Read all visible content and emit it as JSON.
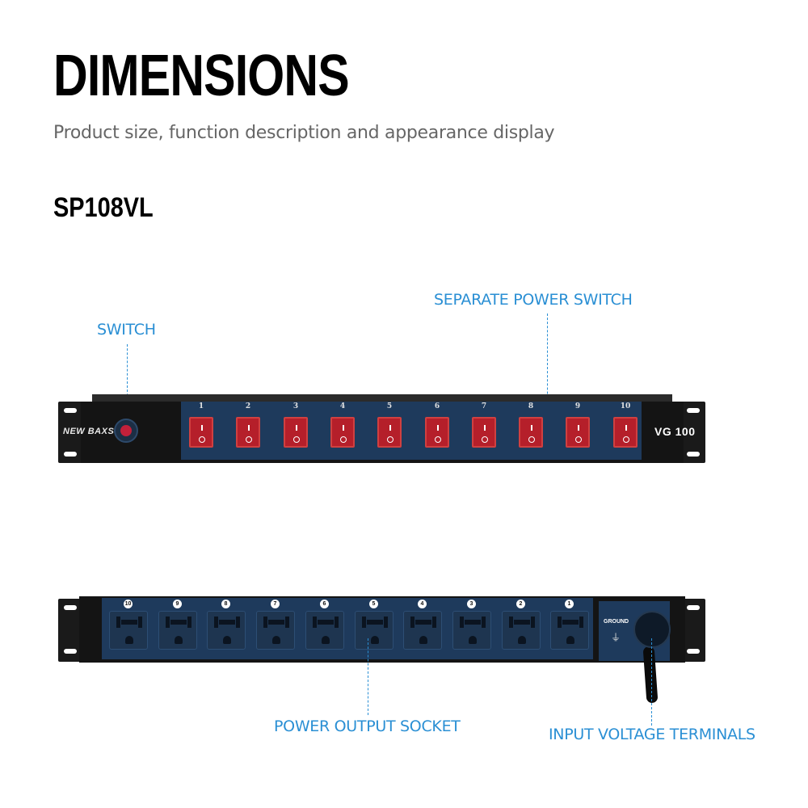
{
  "header": {
    "title": "DIMENSIONS",
    "subtitle": "Product size, function description and appearance display",
    "model": "SP108VL"
  },
  "callouts": {
    "switch": "SWITCH",
    "separate_power_switch": "SEPARATE POWER SWITCH",
    "power_output_socket": "POWER OUTPUT SOCKET",
    "input_voltage_terminals": "INPUT VOLTAGE TERMINALS"
  },
  "front_panel": {
    "brand": "NEW BAXS",
    "model_label": "VG 100",
    "switch_numbers": [
      "1",
      "2",
      "3",
      "4",
      "5",
      "6",
      "7",
      "8",
      "9",
      "10"
    ]
  },
  "rear_panel": {
    "socket_numbers": [
      "10",
      "9",
      "8",
      "7",
      "6",
      "5",
      "4",
      "3",
      "2",
      "1"
    ],
    "ground_label": "GROUND",
    "ground_symbol": "⏚"
  },
  "colors": {
    "accent": "#2a8fd4",
    "rocker": "#b51f2a",
    "highlight": "#1e3a5c"
  }
}
